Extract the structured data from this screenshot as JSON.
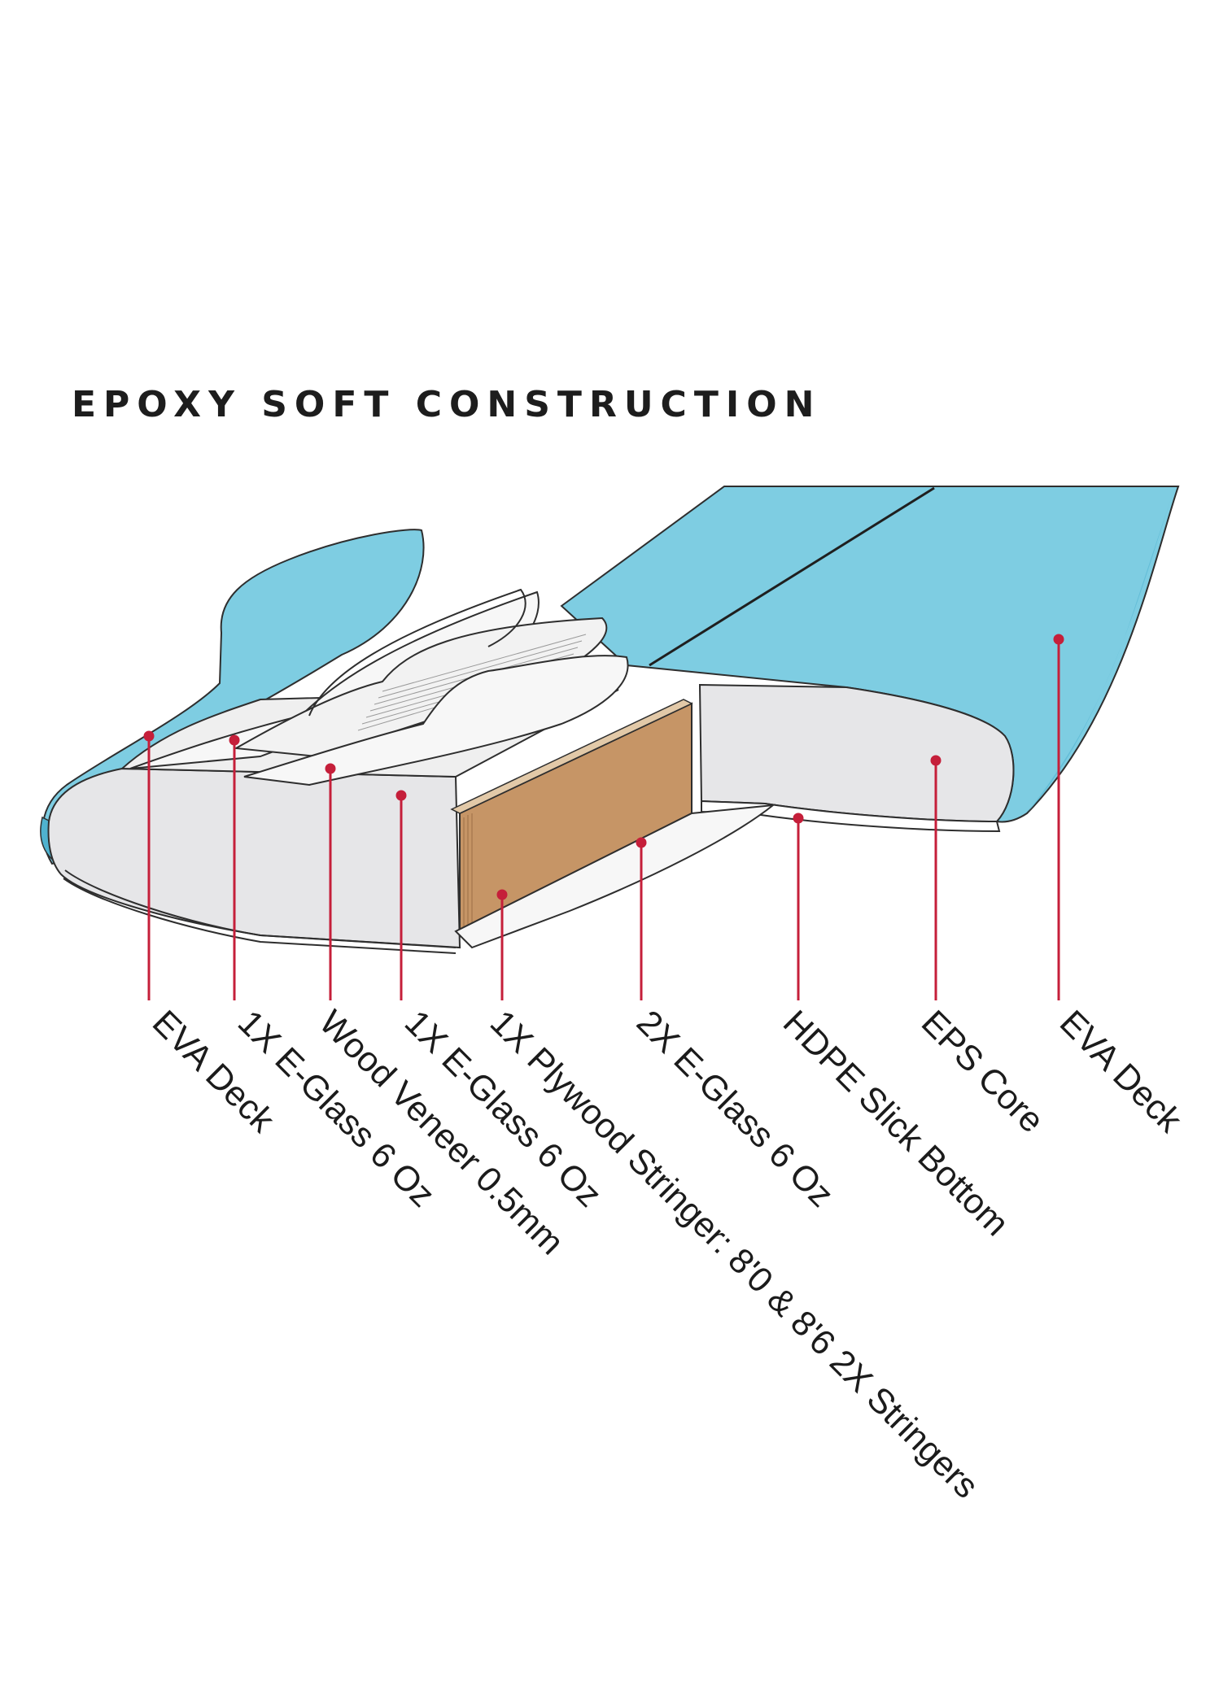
{
  "title": "EPOXY SOFT CONSTRUCTION",
  "labels": [
    "EVA Deck",
    "1X E-Glass 6 Oz",
    "Wood Veneer 0.5mm",
    "1X E-Glass 6 Oz",
    "1X Plywood Stringer: 8'0 & 8'6 2X Stringers",
    "2X E-Glass 6 Oz",
    "HDPE Slick Bottom",
    "EPS Core",
    "EVA Deck"
  ],
  "colors": {
    "eva_deck": "#7ecde2",
    "eva_deck_shade": "#4fb2cf",
    "core": "#e6e6e8",
    "glass": "#f7f7f7",
    "stringer": "#c69566",
    "leader": "#c51f3a",
    "text": "#1b1b1b"
  }
}
